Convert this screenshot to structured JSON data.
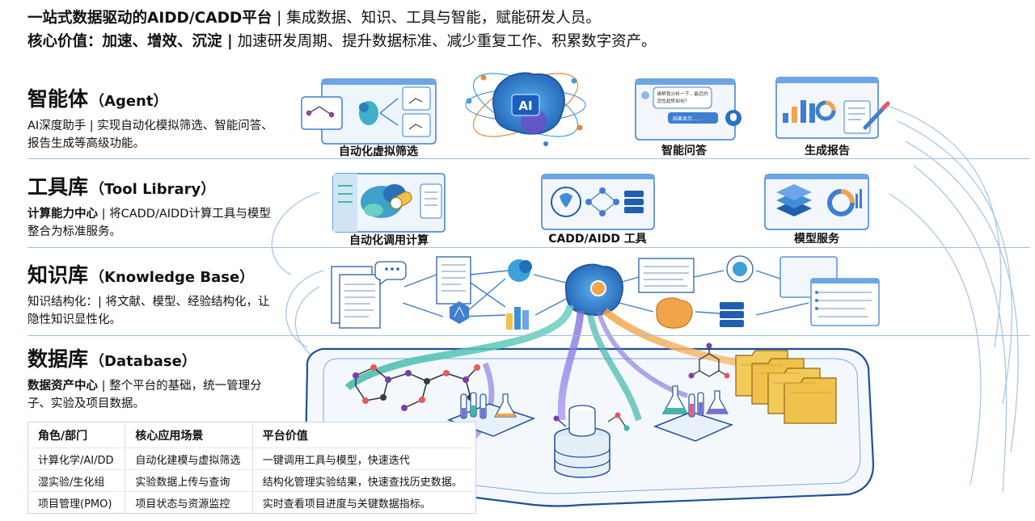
{
  "header": {
    "line1_bold": "一站式数据驱动的AIDD/CADD平台",
    "line1_rest": "| 集成数据、知识、工具与智能，赋能研发人员。",
    "line2_bold": "核心价值：加速、增效、沉淀 |",
    "line2_rest": " 加速研发周期、提升数据标准、减少重复工作、积累数字资产。"
  },
  "layers": [
    {
      "title": "智能体",
      "title_en": "（Agent）",
      "desc_bold": "",
      "desc": "AI深度助手 | 实现自动化模拟筛选、智能问答、报告生成等高级功能。"
    },
    {
      "title": "工具库",
      "title_en": "（Tool Library）",
      "desc_bold": "计算能力中心",
      "desc": " | 将CADD/AIDD计算工具与模型整合为标准服务。"
    },
    {
      "title": "知识库",
      "title_en": "（Knowledge Base）",
      "desc_bold": "",
      "desc": "知识结构化：| 将文献、模型、经验结构化，让隐性知识显性化。"
    },
    {
      "title": "数据库",
      "title_en": "（Database）",
      "desc_bold": "数据资产中心",
      "desc": " | 整个平台的基础，统一管理分子、实验及项目数据。"
    }
  ],
  "illustrations": {
    "agent": [
      "自动化虚拟筛选",
      "智能问答",
      "生成报告"
    ],
    "tools": [
      "自动化调用计算",
      "CADD/AIDD 工具",
      "模型服务"
    ],
    "ai_badge": "AI",
    "chat_bubble_1a": "请帮我分析一下，最近的",
    "chat_bubble_1b": "活性趋势如何？",
    "chat_bubble_2": "结果显示……"
  },
  "table": {
    "headers": [
      "角色/部门",
      "核心应用场景",
      "平台价值"
    ],
    "rows": [
      [
        "计算化学/AI/DD",
        "自动化建模与虚拟筛选",
        "一键调用工具与模型，快速迭代"
      ],
      [
        "湿实验/生化组",
        "实验数据上传与查询",
        "结构化管理实验结果，快速查找历史数据。"
      ],
      [
        "项目管理(PMO)",
        "项目状态与资源监控",
        "实时查看项目进度与关键数据指标。"
      ]
    ]
  },
  "colors": {
    "accent": "#1f6fd1",
    "line": "#9cc0e0",
    "brain": "#2f86d8",
    "folder": "#f0c14b",
    "flow_teal": "#3fb8a8",
    "flow_purple": "#7a6fd8",
    "flow_orange": "#f0a54a"
  }
}
